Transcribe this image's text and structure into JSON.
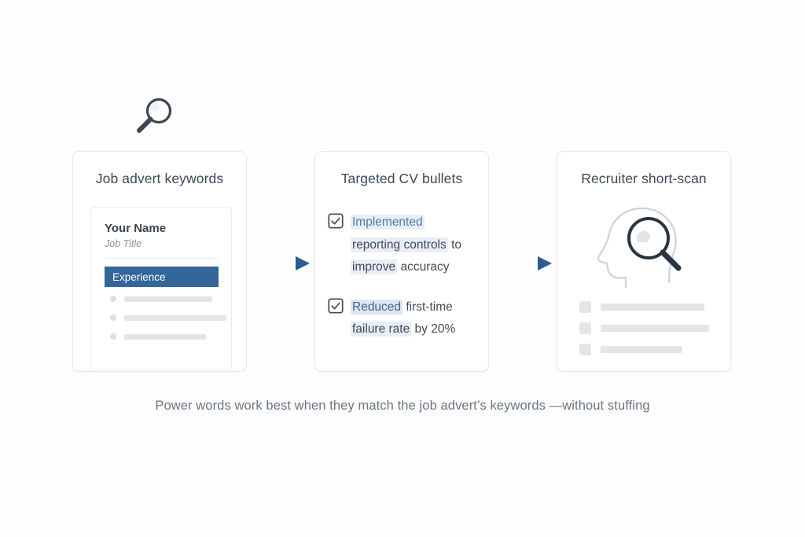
{
  "background_color": "#fdfdfd",
  "accent_color": "#336699",
  "highlight_color": "#e8eef6",
  "top_icon": {
    "name": "magnifier-icon"
  },
  "cards": [
    {
      "id": "job-advert-keywords",
      "title": "Job advert keywords",
      "document": {
        "name": "Your Name",
        "role": "Job Title",
        "section_label": "Experience",
        "bullet_line_widths": [
          112,
          130,
          104
        ]
      }
    },
    {
      "id": "targeted-cv-bullets",
      "title": "Targeted CV bullets",
      "bullets": [
        {
          "checkbox": "checkbox-checked-icon",
          "segments": [
            {
              "text": "Implemented",
              "style": "hl-strong"
            },
            {
              "text": " ",
              "style": "plain"
            },
            {
              "text": "reporting controls",
              "style": "hl-dark"
            },
            {
              "text": " to ",
              "style": "plain"
            },
            {
              "text": "improve",
              "style": "hl-dark"
            },
            {
              "text": " accuracy",
              "style": "plain"
            }
          ]
        },
        {
          "checkbox": "checkbox-checked-icon",
          "segments": [
            {
              "text": "Reduced",
              "style": "hl-blue"
            },
            {
              "text": " first-time ",
              "style": "plain"
            },
            {
              "text": "failure rate",
              "style": "hl-dark"
            },
            {
              "text": " by 20%",
              "style": "plain"
            }
          ]
        }
      ]
    },
    {
      "id": "recruiter-short-scan",
      "title": "Recruiter short-scan",
      "illustration": "head-profile-with-magnifier-icon",
      "scan_line_widths": [
        132,
        138,
        104
      ]
    }
  ],
  "arrows": [
    {
      "name": "arrow-right-1"
    },
    {
      "name": "arrow-right-2"
    }
  ],
  "caption": "Power words work best when they match the job advert’s keywords —without stuffing"
}
